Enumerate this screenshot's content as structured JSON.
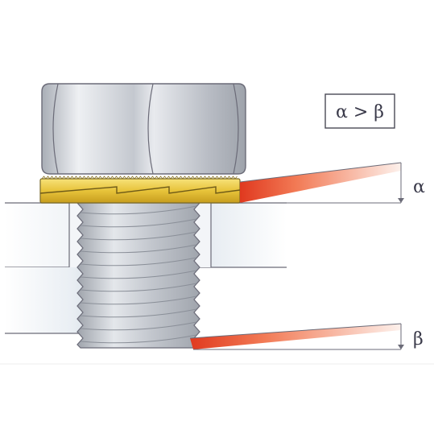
{
  "diagram": {
    "relation_box": {
      "text": "α > β"
    },
    "angle_top": {
      "label": "α"
    },
    "angle_bottom": {
      "label": "β"
    }
  },
  "colors": {
    "plate": "#dfe5ec",
    "bolt_metal": "#c9cdd4",
    "washer": "#e9c83a",
    "wedge_red": "#e8402a",
    "wedge_light": "#fbe4dc",
    "lines": "#6b6b78"
  }
}
